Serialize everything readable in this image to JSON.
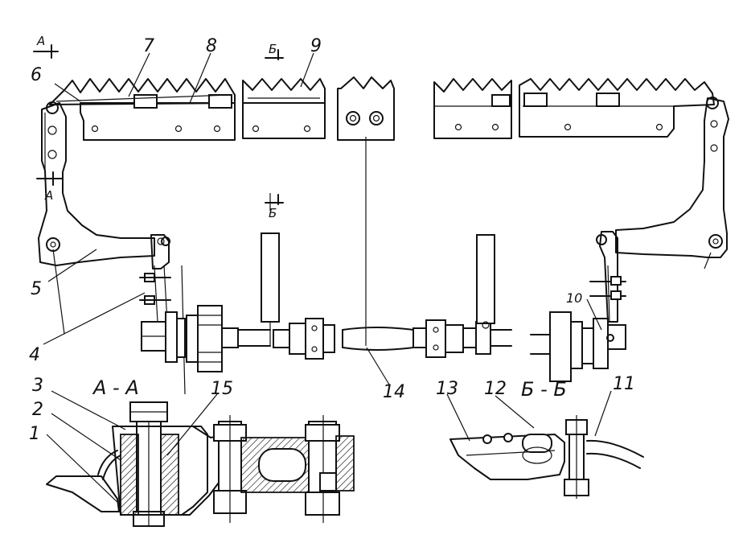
{
  "section_marks": {
    "a_top": "А",
    "a_mid": "А",
    "b_top": "Б",
    "b_mid": "Б",
    "section_aa": "А - А",
    "section_bb": "Б - Б"
  },
  "callouts": {
    "c1": "1",
    "c2": "2",
    "c3": "3",
    "c4": "4",
    "c5": "5",
    "c6": "6",
    "c7": "7",
    "c8": "8",
    "c9": "9",
    "c10": "10",
    "c11": "11",
    "c12": "12",
    "c13": "13",
    "c14": "14",
    "c15": "15"
  }
}
